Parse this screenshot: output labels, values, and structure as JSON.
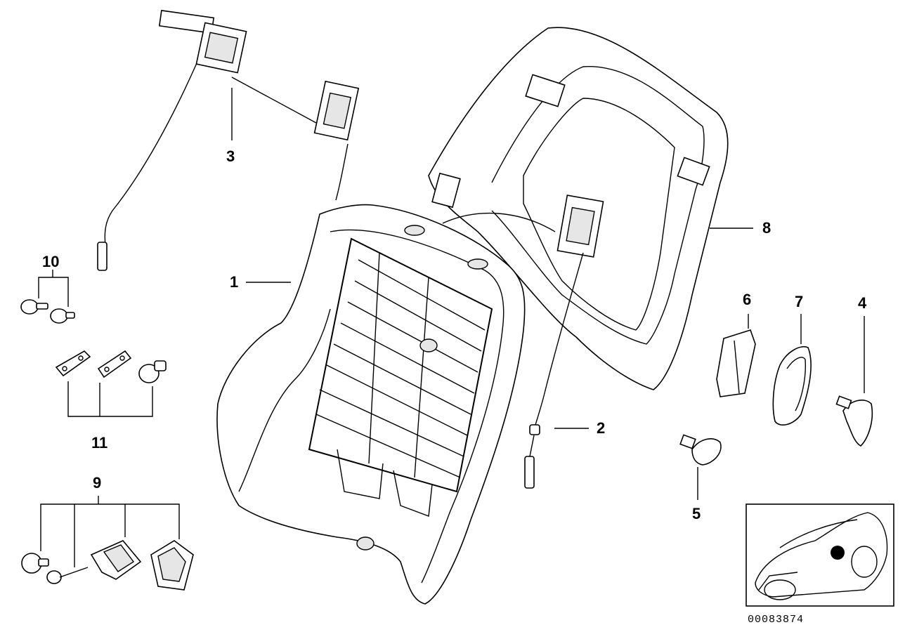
{
  "diagram": {
    "callouts": {
      "c1": "1",
      "c2": "2",
      "c3": "3",
      "c4": "4",
      "c5": "5",
      "c6": "6",
      "c7": "7",
      "c8": "8",
      "c9": "9",
      "c10": "10",
      "c11": "11"
    },
    "document_number": "00083874"
  }
}
